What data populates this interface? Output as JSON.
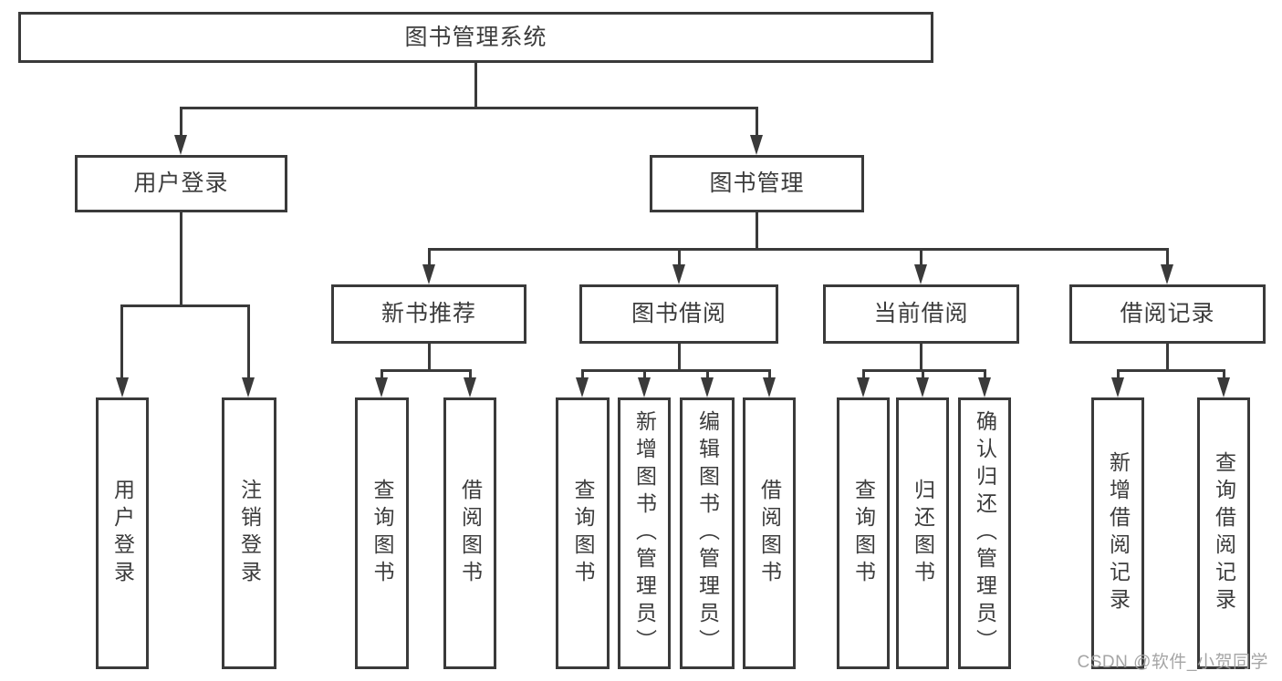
{
  "tree": {
    "label": "图书管理系统",
    "children": [
      {
        "label": "用户登录",
        "children": [
          {
            "label": "用户登录"
          },
          {
            "label": "注销登录"
          }
        ]
      },
      {
        "label": "图书管理",
        "children": [
          {
            "label": "新书推荐",
            "children": [
              {
                "label": "查询图书"
              },
              {
                "label": "借阅图书"
              }
            ]
          },
          {
            "label": "图书借阅",
            "children": [
              {
                "label": "查询图书"
              },
              {
                "label": "新增图书（管理员）"
              },
              {
                "label": "编辑图书（管理员）"
              },
              {
                "label": "借阅图书"
              }
            ]
          },
          {
            "label": "当前借阅",
            "children": [
              {
                "label": "查询图书"
              },
              {
                "label": "归还图书"
              },
              {
                "label": "确认归还（管理员）"
              }
            ]
          },
          {
            "label": "借阅记录",
            "children": [
              {
                "label": "新增借阅记录"
              },
              {
                "label": "查询借阅记录"
              }
            ]
          }
        ]
      }
    ]
  },
  "watermark": {
    "text": "CSDN @软件_小贺同学"
  },
  "colors": {
    "line": "#3a3a3a",
    "text": "#3c3c3c",
    "watermark": "#9e9e9e",
    "background": "#ffffff"
  }
}
